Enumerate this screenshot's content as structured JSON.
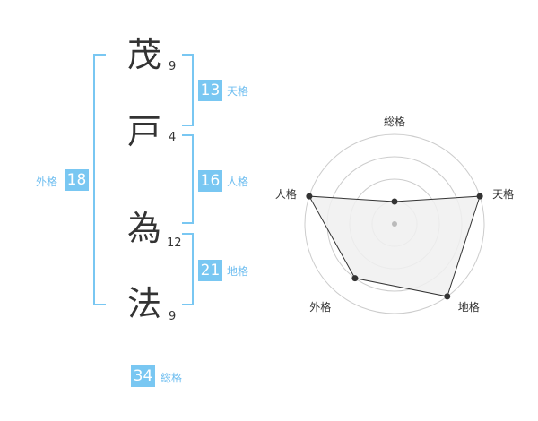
{
  "name": {
    "chars": [
      {
        "char": "茂",
        "strokes": "9"
      },
      {
        "char": "戸",
        "strokes": "4"
      },
      {
        "char": "為",
        "strokes": "12"
      },
      {
        "char": "法",
        "strokes": "9"
      }
    ]
  },
  "kaku": {
    "tenkaku": {
      "value": "13",
      "label": "天格"
    },
    "jinkaku": {
      "value": "16",
      "label": "人格"
    },
    "chikaku": {
      "value": "21",
      "label": "地格"
    },
    "gaikaku": {
      "value": "18",
      "label": "外格"
    },
    "soukaku": {
      "value": "34",
      "label": "総格"
    }
  },
  "radar": {
    "axes": [
      "総格",
      "天格",
      "地格",
      "外格",
      "人格"
    ],
    "levels": 4,
    "values": [
      1,
      4,
      4,
      3,
      4
    ],
    "max": 4,
    "colors": {
      "fill": "#f0f0f0",
      "line": "#333333",
      "grid": "#cccccc"
    }
  },
  "colors": {
    "accent": "#79c7f2",
    "label": "#6fbef0"
  }
}
